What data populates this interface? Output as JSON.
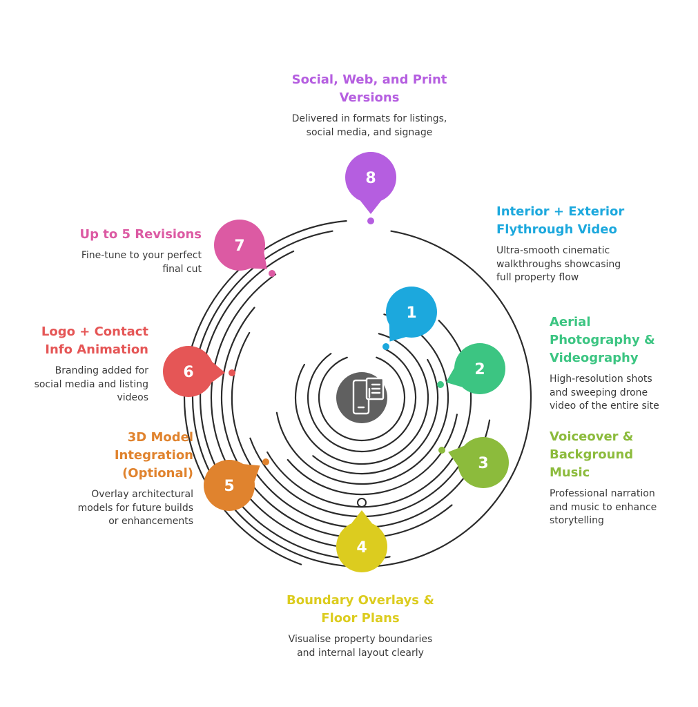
{
  "steps": [
    {
      "number": "1",
      "color": "#1ca8dd",
      "title": "Interior + Exterior Flythrough Video",
      "description": "Ultra-smooth cinematic walkthroughs showcasing full property flow"
    },
    {
      "number": "2",
      "color": "#3cc582",
      "title": "Aerial Photography & Videography",
      "description": "High-resolution shots and sweeping drone video of the entire site"
    },
    {
      "number": "3",
      "color": "#8cbb3c",
      "title": "Voiceover & Background Music",
      "description": "Professional narration and music to enhance storytelling"
    },
    {
      "number": "4",
      "color": "#dccc1f",
      "title": "Boundary Overlays & Floor Plans",
      "description": "Visualise property boundaries and internal layout clearly"
    },
    {
      "number": "5",
      "color": "#e0832e",
      "title": "3D Model Integration (Optional)",
      "description": "Overlay architectural models for future builds or enhancements"
    },
    {
      "number": "6",
      "color": "#e55656",
      "title": "Logo + Contact Info Animation",
      "description": "Branding added for social media and listing videos"
    },
    {
      "number": "7",
      "color": "#dc5aa3",
      "title": "Up to 5 Revisions",
      "description": "Fine-tune to your perfect final cut"
    },
    {
      "number": "8",
      "color": "#b55ee0",
      "title": "Social, Web, and Print Versions",
      "description": "Delivered in formats for listings, social media, and signage"
    }
  ],
  "center": {
    "icon": "mobile-document-icon",
    "color": "#606060"
  },
  "ring_color": "#2b2b2b"
}
